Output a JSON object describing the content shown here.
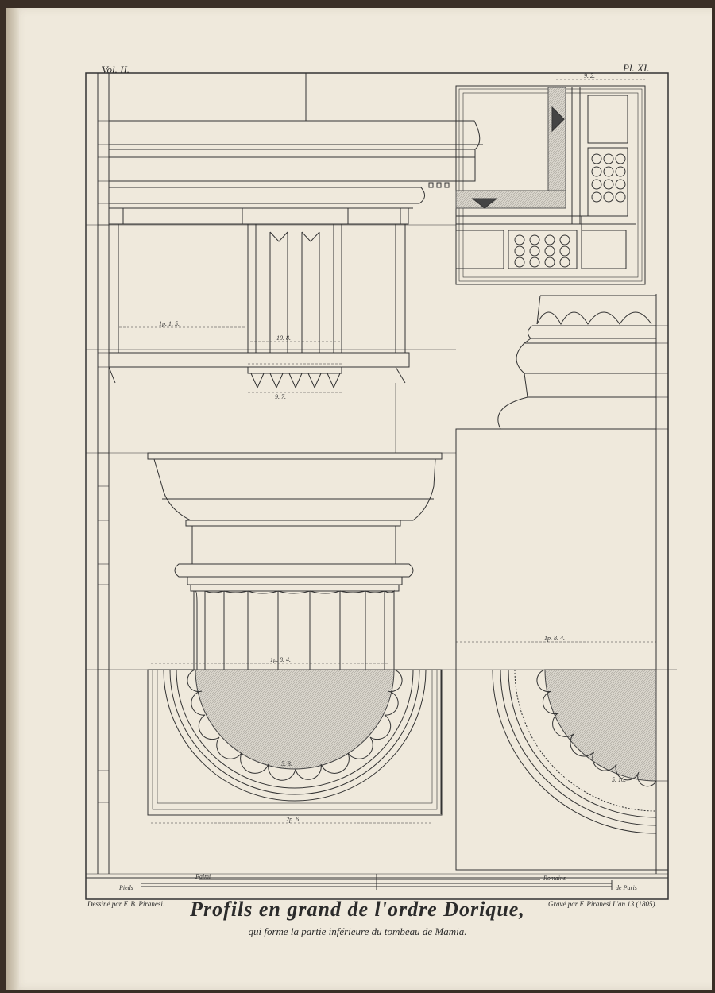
{
  "header": {
    "volume": "Vol. II.",
    "plate": "Pl. XI."
  },
  "title": {
    "main": "Profils en grand de l'ordre Dorique,",
    "sub": "qui forme la partie inférieure du tombeau de Mamia."
  },
  "credits": {
    "left": "Dessiné par F. B. Piranesi.",
    "right": "Gravé par F. Piranesi L'an 13 (1805)."
  },
  "scale": {
    "feet": "Pieds",
    "palms": "Palmi",
    "romans": "Romains",
    "paris": "de Paris"
  },
  "dimensions": {
    "metope_width": "1p. 1. 5.",
    "triglyph_width": "10. 8.",
    "guttae_width": "9. 7.",
    "soffit_top": "9. 2.",
    "echinus_width": "1p. 8. 4.",
    "column_left": "1p. 8. 4.",
    "column_bottom": "2p. 6.",
    "flute_radius": "5. 3.",
    "right_radius": "5. 10."
  },
  "colors": {
    "paper": "#efe9dc",
    "ink": "#333333",
    "hatch": "#c8c4bc"
  }
}
